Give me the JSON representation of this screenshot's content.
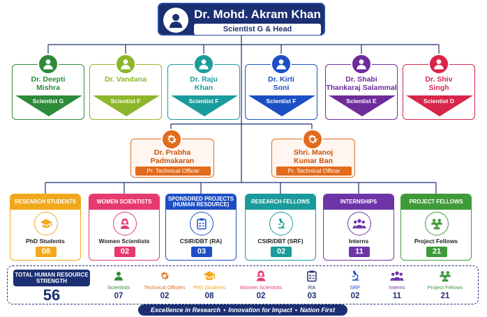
{
  "head": {
    "name": "Dr. Mohd. Akram Khan",
    "role": "Scientist G & Head"
  },
  "scientists": [
    {
      "name1": "Dr. Deepti",
      "name2": "Mishra",
      "role": "Scientist G",
      "color": "#2e8b3a"
    },
    {
      "name1": "Dr. Vandana",
      "name2": "",
      "role": "Scientist F",
      "color": "#8cb72b"
    },
    {
      "name1": "Dr. Raju",
      "name2": "Khan",
      "role": "Scientist F",
      "color": "#1a9c9c"
    },
    {
      "name1": "Dr. Kirti",
      "name2": "Soni",
      "role": "Scientist F",
      "color": "#1c4fc4"
    },
    {
      "name1": "Dr. Shabi",
      "name2": "Thankaraj Salammal",
      "role": "Scientist E",
      "color": "#6d2c9a"
    },
    {
      "name1": "Dr. Shiv",
      "name2": "Singh",
      "role": "Scientist D",
      "color": "#d8254a"
    }
  ],
  "officers": [
    {
      "name1": "Dr. Prabha",
      "name2": "Padmakaran",
      "role": "Pr. Technical Officer"
    },
    {
      "name1": "Shri. Manoj",
      "name2": "Kumar Ban",
      "role": "Pr. Technical Officer"
    }
  ],
  "categories": [
    {
      "header": "RESEARCH STUDENTS",
      "label": "PhD Students",
      "count": "08",
      "color": "#f2a81d",
      "icon": "graduation-cap-icon"
    },
    {
      "header": "WOMEN SCIENTISTS",
      "label": "Women Scientists",
      "count": "02",
      "color": "#e63a6e",
      "icon": "woman-icon"
    },
    {
      "header": "SPONSORED PROJECTS (HUMAN RESOURCE)",
      "label": "CSIR/DBT (RA)",
      "count": "03",
      "color": "#1c4fc4",
      "icon": "clipboard-icon"
    },
    {
      "header": "RESEARCH FELLOWS",
      "label": "CSIR/DBT (SRF)",
      "count": "02",
      "color": "#1a9a9a",
      "icon": "microscope-icon"
    },
    {
      "header": "INTERNSHIPS",
      "label": "Interns",
      "count": "11",
      "color": "#6d35a8",
      "icon": "group-icon"
    },
    {
      "header": "PROJECT FELLOWS",
      "label": "Project Fellows",
      "count": "21",
      "color": "#3f9a3a",
      "icon": "team-icon"
    }
  ],
  "summary": {
    "total_label": "TOTAL HUMAN RESOURCE STRENGTH",
    "total_value": "56",
    "stats": [
      {
        "label": "Scientists",
        "value": "07",
        "color": "#2e8b3a",
        "icon": "person-icon"
      },
      {
        "label": "Technical Officers",
        "value": "02",
        "color": "#e26b1c",
        "icon": "gear-icon"
      },
      {
        "label": "PhD Students",
        "value": "08",
        "color": "#f2a81d",
        "icon": "graduation-cap-icon"
      },
      {
        "label": "Women Scientists",
        "value": "02",
        "color": "#e63a6e",
        "icon": "woman-icon"
      },
      {
        "label": "RA",
        "value": "03",
        "color": "#1b2f72",
        "icon": "clipboard-icon"
      },
      {
        "label": "SRF",
        "value": "02",
        "color": "#1c4fc4",
        "icon": "microscope-icon"
      },
      {
        "label": "Interns",
        "value": "11",
        "color": "#6d35a8",
        "icon": "group-icon"
      },
      {
        "label": "Project Fellows",
        "value": "21",
        "color": "#3f9a3a",
        "icon": "team-icon"
      }
    ]
  },
  "footer": {
    "item1": "Excellence in Research",
    "item2": "Innovation for Impact",
    "item3": "Nation First"
  }
}
